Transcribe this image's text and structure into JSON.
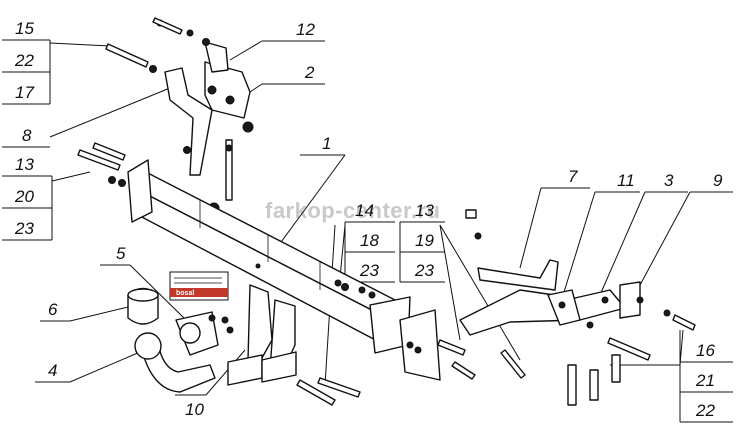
{
  "watermark": "farkop-center.ru",
  "plate": {
    "brand": "bosal"
  },
  "labels": {
    "l15": "15",
    "l22a": "22",
    "l17": "17",
    "l12": "12",
    "l2": "2",
    "l8": "8",
    "l13a": "13",
    "l20": "20",
    "l23a": "23",
    "l1": "1",
    "l14": "14",
    "l18": "18",
    "l23b": "23",
    "l13b": "13",
    "l19": "19",
    "l23c": "23",
    "l7": "7",
    "l11": "11",
    "l3": "3",
    "l9": "9",
    "l5": "5",
    "l6": "6",
    "l4": "4",
    "l10": "10",
    "l16": "16",
    "l21": "21",
    "l22b": "22"
  }
}
